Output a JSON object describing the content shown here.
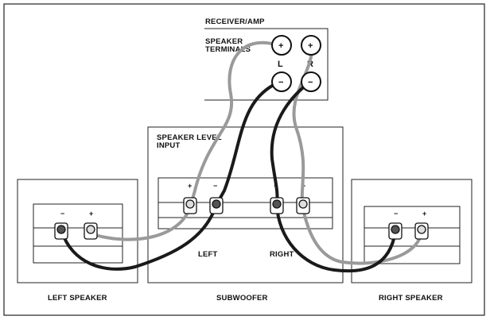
{
  "receiver": {
    "title": "RECEIVER/AMP",
    "terminals_label_line1": "SPEAKER",
    "terminals_label_line2": "TERMINALS",
    "plus": "+",
    "minus": "−",
    "left_channel": "L",
    "right_channel": "R"
  },
  "subwoofer": {
    "input_label_line1": "SPEAKER LEVEL",
    "input_label_line2": "INPUT",
    "left_label": "LEFT",
    "right_label": "RIGHT",
    "name": "SUBWOOFER",
    "plus": "+",
    "minus": "−"
  },
  "left_speaker": {
    "name": "LEFT SPEAKER",
    "plus": "+",
    "minus": "−"
  },
  "right_speaker": {
    "name": "RIGHT SPEAKER",
    "plus": "+",
    "minus": "−"
  },
  "colors": {
    "positive_wire": "#9a9a9a",
    "negative_wire": "#1a1a1a",
    "outline": "#222222"
  }
}
